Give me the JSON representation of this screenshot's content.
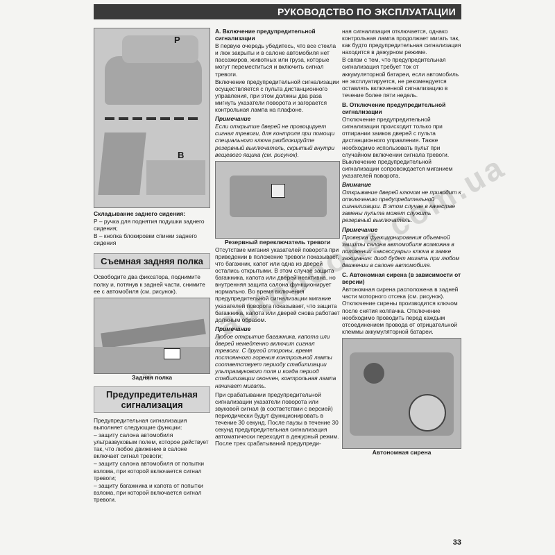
{
  "header": {
    "title": "РУКОВОДСТВО ПО ЭКСПЛУАТАЦИИ"
  },
  "page_number": "33",
  "watermark": "www.autobooks.com.ua",
  "col1": {
    "fig1": {
      "label_p": "P",
      "label_b": "B",
      "caption": "Складывание заднего сидения:",
      "legend_1": "Р – ручка для поднятия подушки заднего сидения;",
      "legend_2": "В – кнопка блокировки спинки заднего сидения"
    },
    "section1": {
      "heading": "Съемная задняя полка",
      "text": "Освободите два фиксатора, поднимите полку и, потянув к задней части, снимите ее с автомобиля (см. рисунок).",
      "fig_caption": "Задняя полка"
    },
    "section2": {
      "heading": "Предупредительная сигнализация",
      "intro": "Предупредительная сигнализация выполняет следующие функции:",
      "items": [
        "– защиту салона автомобиля ультразвуковым полем, которое действует так, что любое движение в салоне включает сигнал тревоги;",
        "– защиту салона автомобиля от попытки взлома, при которой включается сигнал тревоги;",
        "– защиту багажника и капота от попытки взлома, при которой включается сигнал тревоги."
      ]
    }
  },
  "col2": {
    "a_heading": "А. Включение предупредительной сигнализации",
    "a_p1": "В первую очередь убедитесь, что все стекла и люк закрыты и в салоне автомобиля нет пассажиров, животных или груза, которые могут переместиться и включить сигнал тревоги.",
    "a_p2": "Включение предупредительной сигнализации осуществляется с пульта дистанционного управления, при этом должны два раза мигнуть указатели поворота и загорается контрольная лампа на плафоне.",
    "note1_title": "Примечание",
    "note1_text": "Если открытие дверей не провоцирует сигнал тревоги, для контроля при помощи специального ключа разблокируйте резервный выключатель, скрытый внутри вещевого ящика (см. рисунок).",
    "fig_caption": "Резервный переключатель тревоги",
    "p3": "Отсутствие мигания указателей поворота при приведении в положение тревоги показывает, что багажник, капот или одна из дверей остались открытыми. В этом случае защита багажника, капота или дверей неактивна, но внутренняя защита салона функционирует нормально. Во время включения предупредительной сигнализации мигание указателей поворота показывает, что защита багажника, капота или дверей снова работает должным образом.",
    "note2_title": "Примечание",
    "note2_text": "Любое открытие багажника, капота или дверей немедленно включит сигнал тревоги. С другой стороны, время постоянного горения контрольной лампы соответствует периоду стабилизации ультразвукового поля и когда период стабилизации окончен, контрольная лампа начинает мигать.",
    "p4": "При срабатывании предупредительной сигнализации указатели поворота или звуковой сигнал (в соответствии с версией) периодически будут функционировать в течение 30 секунд. После паузы в течение 30 секунд предупредительная сигнализация автоматически переходит в дежурный режим. После трех срабатываний предупреди-"
  },
  "col3": {
    "p1": "ная сигнализация отключается, однако контрольная лампа продолжает мигать так, как будто предупредительная сигнализация находится в дежурном режиме.",
    "p2": "В связи с тем, что предупредительная сигнализация требует ток от аккумуляторной батареи, если автомобиль не эксплуатируется, не рекомендуется оставлять включенной сигнализацию в течение более пяти недель.",
    "b_heading": "В. Отключение предупредительной сигнализации",
    "b_p1": "Отключение предупредительной сигнализации происходит только при отпирании замков дверей с пульта дистанционного управления. Также необходимо использовать пульт при случайном включении сигнала тревоги. Выключение предупредительной сигнализации сопровождается миганием указателей поворота.",
    "warn_title": "Внимание",
    "warn_text": "Открывание дверей ключом не приводит к отключению предупредительной сигнализации. В этом случае в качестве замены пульта может служить резервный выключатель.",
    "note_title": "Примечание",
    "note_text": "Проверка функционирования объемной защиты салона автомобиля возможна в положении «аксессуары» ключа в замке зажигания: диод будет мигать при любом движении в салоне автомобиля.",
    "c_heading": "С. Автономная сирена (в зависимости от версии)",
    "c_p1": "Автономная сирена расположена в задней части моторного отсека (см. рисунок). Отключение сирены производится ключом после снятия колпачка. Отключение необходимо проводить перед каждым отсоединением провода от отрицательной клеммы аккумуляторной батареи.",
    "fig_caption": "Автономная сирена"
  }
}
